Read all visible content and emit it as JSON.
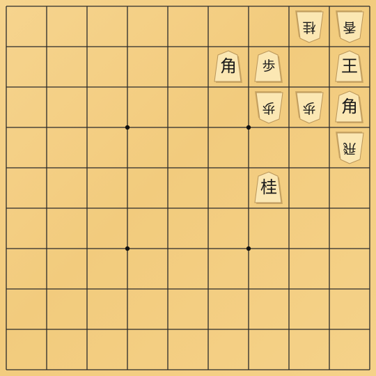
{
  "board": {
    "files": 9,
    "ranks": 9
  },
  "colors": {
    "board": "#f4cf85",
    "line": "#2a2a2a",
    "piece_fill": "#fbe7b3",
    "piece_edge": "#b9955a",
    "ink": "#1a1a1a"
  },
  "pieces": [
    {
      "kanji": "桂",
      "file": 2,
      "rank": 1,
      "owner": "gote",
      "size": "sm",
      "name": "gote-knight-2-1"
    },
    {
      "kanji": "香",
      "file": 1,
      "rank": 1,
      "owner": "gote",
      "size": "sm",
      "name": "gote-lance-1-1"
    },
    {
      "kanji": "角",
      "file": 4,
      "rank": 2,
      "owner": "sente",
      "size": "lg",
      "name": "sente-bishop-4-2"
    },
    {
      "kanji": "歩",
      "file": 3,
      "rank": 2,
      "owner": "sente",
      "size": "sm",
      "name": "sente-pawn-3-2"
    },
    {
      "kanji": "王",
      "file": 1,
      "rank": 2,
      "owner": "sente",
      "size": "lg",
      "name": "sente-king-1-2"
    },
    {
      "kanji": "歩",
      "file": 3,
      "rank": 3,
      "owner": "gote",
      "size": "sm",
      "name": "gote-pawn-3-3"
    },
    {
      "kanji": "歩",
      "file": 2,
      "rank": 3,
      "owner": "gote",
      "size": "sm",
      "name": "gote-pawn-2-3"
    },
    {
      "kanji": "角",
      "file": 1,
      "rank": 3,
      "owner": "sente",
      "size": "lg",
      "name": "sente-bishop-1-3"
    },
    {
      "kanji": "飛",
      "file": 1,
      "rank": 4,
      "owner": "gote",
      "size": "sm",
      "name": "gote-rook-1-4"
    },
    {
      "kanji": "桂",
      "file": 3,
      "rank": 5,
      "owner": "sente",
      "size": "lg",
      "name": "sente-knight-3-5"
    }
  ]
}
